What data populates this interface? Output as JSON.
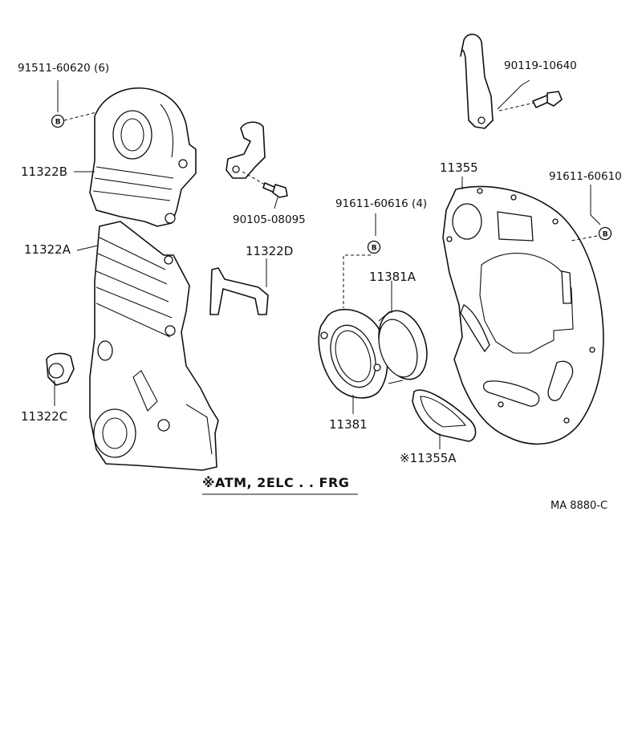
{
  "labels": {
    "bolt_b_cover": "91511-60620 (6)",
    "upper_cover": "11322B",
    "lower_cover": "11322A",
    "plug": "11322C",
    "bracket_top": "",
    "bolt_bracket": "90105-08095",
    "guide": "11322D",
    "hook_bolt": "90119-10640",
    "end_plate": "11355",
    "bolt_b_plate": "91611-60610",
    "bolt_b_retainer": "91611-60616 (4)",
    "oil_seal": "11381A",
    "retainer": "11381",
    "plate_sub": "※11355A",
    "note": "※ATM, 2ELC . . FRG",
    "drawing_code": "MA  8880-C"
  },
  "badges": {
    "bolt_mark": "B"
  },
  "icons": [
    "circle-b-icon",
    "circle-b-icon",
    "circle-b-icon"
  ]
}
